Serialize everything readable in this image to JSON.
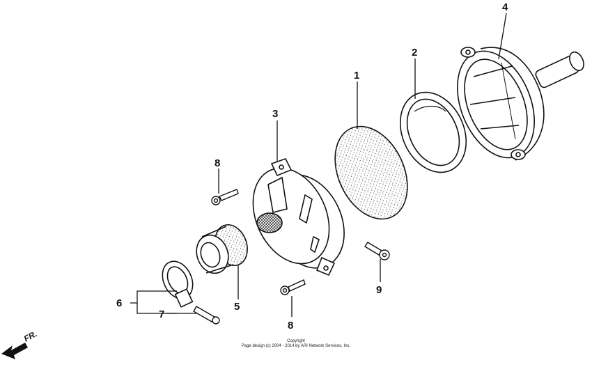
{
  "diagram": {
    "callouts": [
      {
        "id": "c1",
        "label": "1"
      },
      {
        "id": "c2",
        "label": "2"
      },
      {
        "id": "c3",
        "label": "3"
      },
      {
        "id": "c4",
        "label": "4"
      },
      {
        "id": "c5",
        "label": "5"
      },
      {
        "id": "c6",
        "label": "6"
      },
      {
        "id": "c7",
        "label": "7"
      },
      {
        "id": "c8a",
        "label": "8"
      },
      {
        "id": "c8b",
        "label": "8"
      },
      {
        "id": "c9",
        "label": "9"
      }
    ],
    "direction_label": "FR.",
    "copyright_line1": "Copyright",
    "copyright_line2": "Page design (c) 2004 - 2014 by ARI Network Services, Inc.",
    "colors": {
      "ink": "#111111",
      "paper": "#ffffff",
      "stipple": "#555555"
    }
  }
}
